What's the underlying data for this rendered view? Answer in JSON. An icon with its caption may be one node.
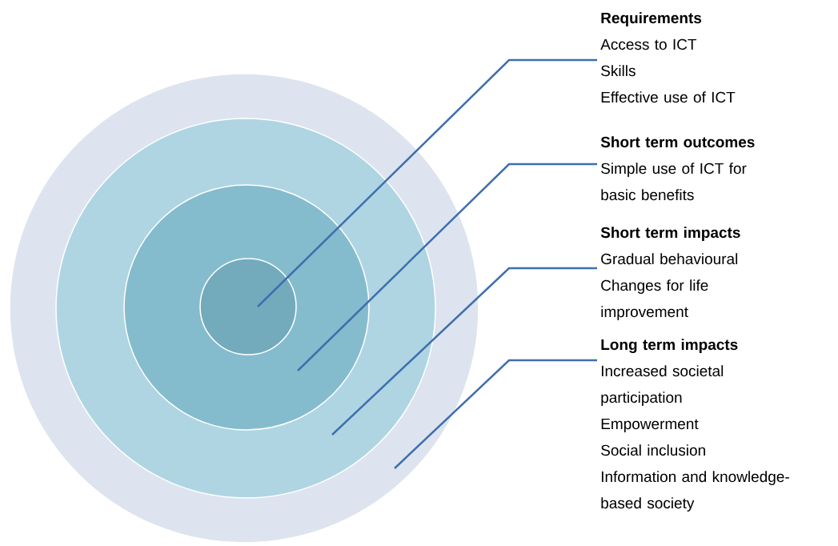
{
  "diagram": {
    "nodes": [
      {
        "text": [],
        "shape": "circle"
      },
      {
        "text": [],
        "shape": "circle",
        "in": 0
      },
      {
        "text": [],
        "shape": "circle",
        "in": 1
      },
      {
        "text": [],
        "shape": "circle",
        "in": 2
      },
      {
        "text": [
          "Requirements",
          "Access to ICT",
          "Skills",
          "Effective use of ICT"
        ]
      },
      {
        "text": [
          "Short term outcomes",
          "Simple use of ICT for basic benefits"
        ]
      },
      {
        "text": [
          "Short term impacts",
          "Gradual behavioural Changes for life improvement"
        ]
      },
      {
        "text": [
          "Long term impacts",
          "Increased societal participation",
          "Empowerment",
          "Social inclusion",
          "Information and knowledge-based society"
        ]
      }
    ],
    "edges": [
      {
        "from": 4,
        "to": 3,
        "arrow": "none"
      },
      {
        "from": 5,
        "to": 2,
        "arrow": "none"
      },
      {
        "from": 6,
        "to": 1,
        "arrow": "none"
      },
      {
        "from": 7,
        "to": 0,
        "arrow": "none"
      }
    ]
  }
}
